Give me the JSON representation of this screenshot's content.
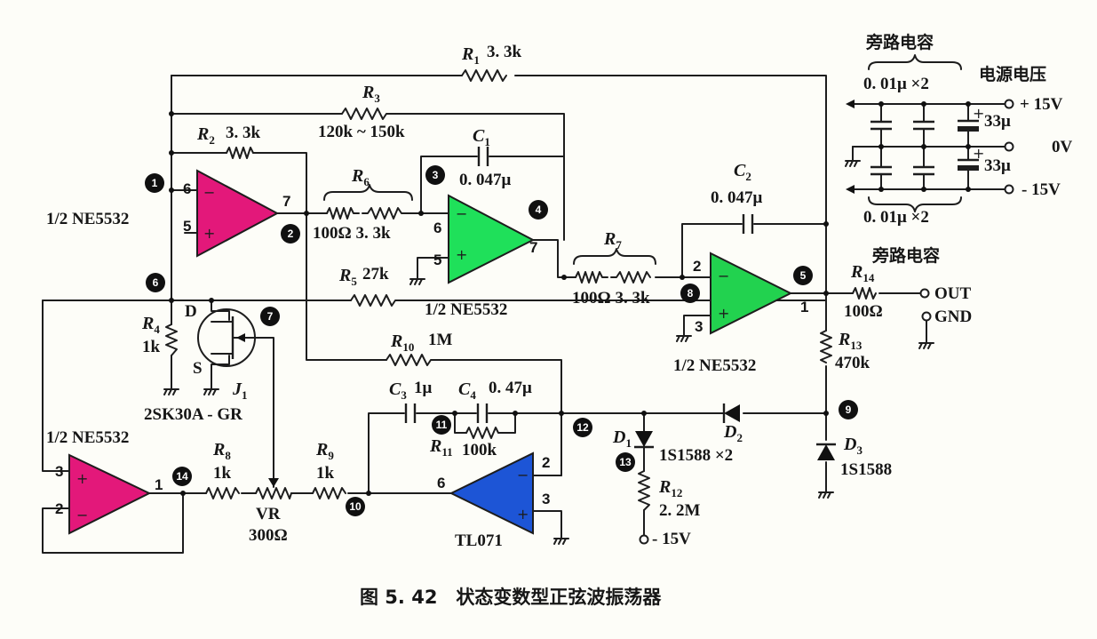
{
  "figure": {
    "caption": "图 5. 42　状态变数型正弦波振荡器"
  },
  "colors": {
    "u1a": "#e3187a",
    "u2a": "#1fe05a",
    "u2b": "#22d24f",
    "u1b": "#e3187a",
    "tl071": "#1d55d6",
    "wire": "#1d1d1d",
    "background": "#fdfdf8"
  },
  "components": {
    "R1": {
      "ref": "R",
      "sub": "1",
      "value": "3. 3k"
    },
    "R2": {
      "ref": "R",
      "sub": "2",
      "value": "3. 3k"
    },
    "R3": {
      "ref": "R",
      "sub": "3",
      "value": "120k ~ 150k"
    },
    "R4": {
      "ref": "R",
      "sub": "4",
      "value": "1k"
    },
    "R5": {
      "ref": "R",
      "sub": "5",
      "value": "27k"
    },
    "R6": {
      "ref": "R",
      "sub": "6",
      "value": "100Ω 3. 3k"
    },
    "R7": {
      "ref": "R",
      "sub": "7",
      "value": "100Ω 3. 3k"
    },
    "R8": {
      "ref": "R",
      "sub": "8",
      "value": "1k"
    },
    "R9": {
      "ref": "R",
      "sub": "9",
      "value": "1k"
    },
    "R10": {
      "ref": "R",
      "sub": "10",
      "value": "1M"
    },
    "R11": {
      "ref": "R",
      "sub": "11",
      "value": "100k"
    },
    "R12": {
      "ref": "R",
      "sub": "12",
      "value": "2. 2M"
    },
    "R13": {
      "ref": "R",
      "sub": "13",
      "value": "470k"
    },
    "R14": {
      "ref": "R",
      "sub": "14",
      "value": "100Ω"
    },
    "C1": {
      "ref": "C",
      "sub": "1",
      "value": "0. 047μ"
    },
    "C2": {
      "ref": "C",
      "sub": "2",
      "value": "0. 047μ"
    },
    "C3": {
      "ref": "C",
      "sub": "3",
      "value": "1μ"
    },
    "C4": {
      "ref": "C",
      "sub": "4",
      "value": "0. 47μ"
    },
    "D1": {
      "ref": "D",
      "sub": "1",
      "value": "1S1588 ×2"
    },
    "D2": {
      "ref": "D",
      "sub": "2",
      "value": ""
    },
    "D3": {
      "ref": "D",
      "sub": "3",
      "value": "1S1588"
    },
    "J1": {
      "ref": "J",
      "sub": "1",
      "value": "2SK30A - GR",
      "drain": "D",
      "source": "S"
    },
    "VR": {
      "ref": "VR",
      "value": "300Ω"
    }
  },
  "opamps": {
    "u1a": {
      "label": "1/2 NE5532",
      "pin_inv": "6",
      "pin_noninv": "5",
      "pin_out": "7"
    },
    "u2a": {
      "label": "1/2 NE5532",
      "pin_inv": "6",
      "pin_noninv": "5",
      "pin_out": "7"
    },
    "u2b": {
      "label": "1/2 NE5532",
      "pin_inv": "2",
      "pin_noninv": "3",
      "pin_out": "1"
    },
    "u1b": {
      "label": "1/2 NE5532",
      "pin_inv": "2",
      "pin_noninv": "3",
      "pin_out": "1"
    },
    "tl071": {
      "label": "TL071",
      "pin_inv": "2",
      "pin_noninv": "3",
      "pin_out": "6"
    }
  },
  "supply": {
    "bypass_top": "旁路电容",
    "bypass_bottom": "旁路电容",
    "bypass_value_top": "0. 01μ ×2",
    "bypass_value_bottom": "0. 01μ ×2",
    "electrolytic_1": "33μ",
    "electrolytic_2": "33μ",
    "title": "电源电压",
    "pos": "+ 15V",
    "zero": "0V",
    "neg": "- 15V"
  },
  "terminals": {
    "out": "OUT",
    "gnd": "GND",
    "neg_supply": "- 15V"
  },
  "test_points": [
    {
      "id": "tp1",
      "label": "1"
    },
    {
      "id": "tp2",
      "label": "2"
    },
    {
      "id": "tp3",
      "label": "3"
    },
    {
      "id": "tp4",
      "label": "4"
    },
    {
      "id": "tp5",
      "label": "5"
    },
    {
      "id": "tp6",
      "label": "6"
    },
    {
      "id": "tp7",
      "label": "7"
    },
    {
      "id": "tp8",
      "label": "8"
    },
    {
      "id": "tp9",
      "label": "9"
    },
    {
      "id": "tp10",
      "label": "10"
    },
    {
      "id": "tp11",
      "label": "11"
    },
    {
      "id": "tp12",
      "label": "12"
    },
    {
      "id": "tp13",
      "label": "13"
    },
    {
      "id": "tp14",
      "label": "14"
    }
  ],
  "signs": {
    "minus": "−",
    "plus": "+"
  }
}
